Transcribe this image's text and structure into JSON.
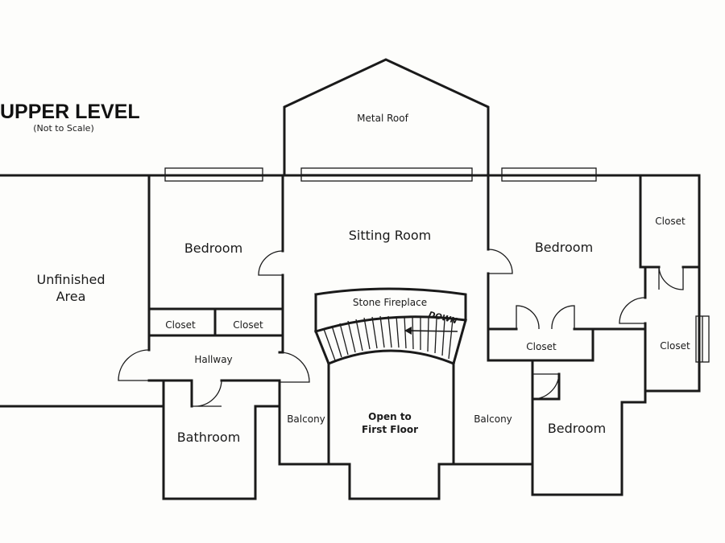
{
  "title": "UPPER LEVEL",
  "subtitle": "(Not to Scale)",
  "roof_label": "Metal Roof",
  "rooms": {
    "unfinished_1": "Unfinished",
    "unfinished_2": "Area",
    "bedroom_left": "Bedroom",
    "sitting_room": "Sitting Room",
    "bedroom_right": "Bedroom",
    "closet_top_right": "Closet",
    "closet_left_a": "Closet",
    "closet_left_b": "Closet",
    "closet_mid_right": "Closet",
    "closet_far_right": "Closet",
    "hallway": "Hallway",
    "bathroom": "Bathroom",
    "balcony_left": "Balcony",
    "balcony_right": "Balcony",
    "open_1": "Open to",
    "open_2": "First Floor",
    "bedroom_lower": "Bedroom"
  },
  "fireplace_label": "Stone Fireplace",
  "stair_label": "DOWN",
  "colors": {
    "line": "#1a1a1a",
    "background": "#fdfdfb"
  }
}
